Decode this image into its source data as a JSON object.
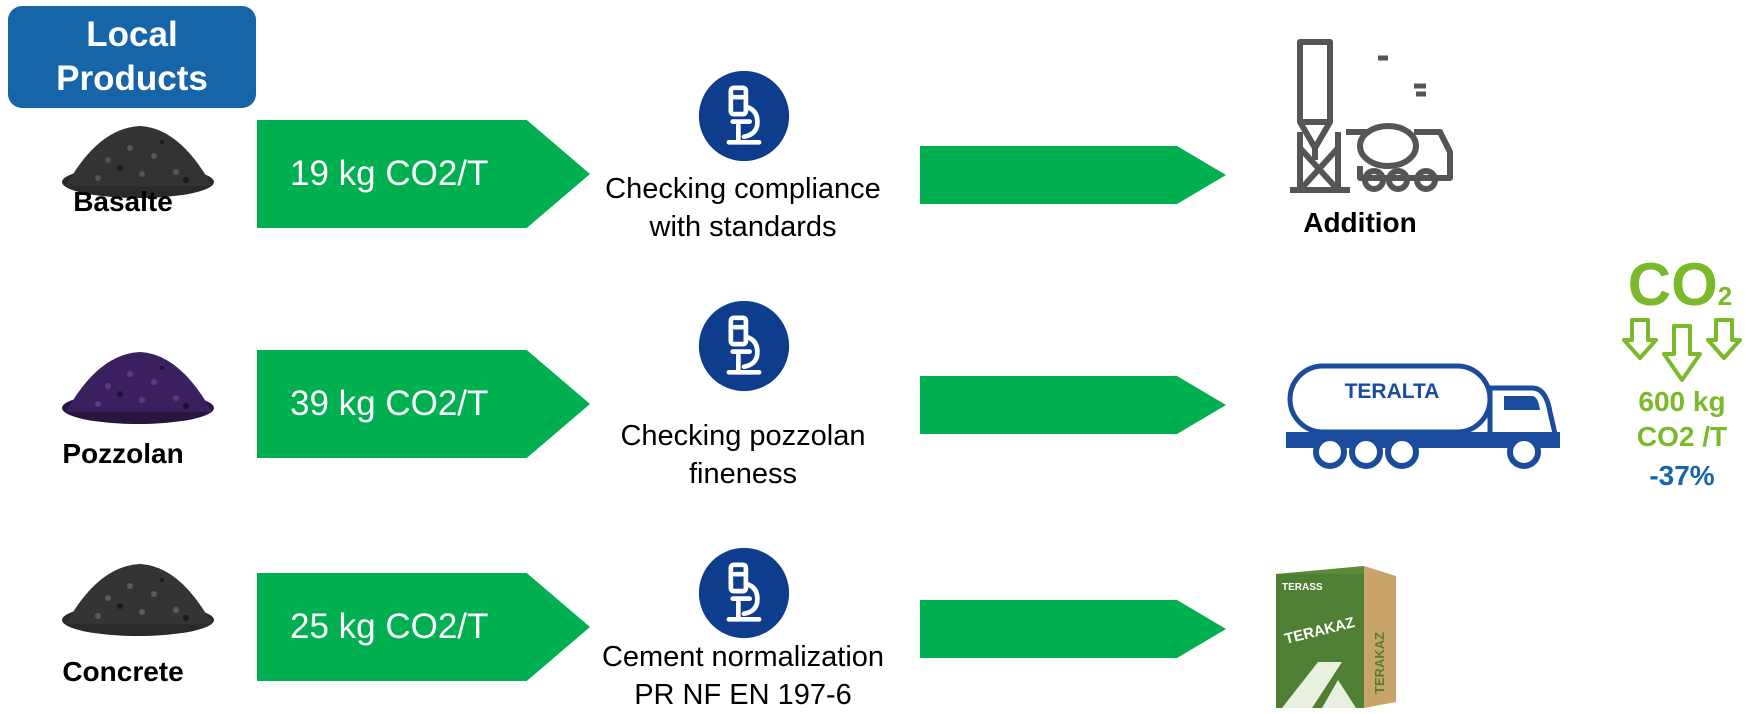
{
  "header": {
    "line1": "Local",
    "line2": "Products"
  },
  "rows": [
    {
      "material": "Basalte",
      "emission": "19 kg CO2/T",
      "check_line1": "Checking compliance",
      "check_line2": "with standards",
      "destination": "Addition"
    },
    {
      "material": "Pozzolan",
      "emission": "39 kg CO2/T",
      "check_line1": "Checking pozzolan",
      "check_line2": "fineness",
      "truck_brand": "TERALTA"
    },
    {
      "material": "Concrete",
      "emission": "25 kg CO2/T",
      "check_line1": "Cement normalization",
      "check_line2": "PR NF EN 197-6",
      "bag_brand": "TERAKAZ",
      "bag_small_brand": "TERASS"
    }
  ],
  "summary": {
    "co2_main": "CO",
    "co2_sub": "2",
    "line1": "600 kg",
    "line2": "CO2 /T",
    "reduction": "-37%"
  },
  "colors": {
    "green_arrow": "#00b050",
    "blue_badge": "#1565a8",
    "navy_icon": "#0d3d8c",
    "lime": "#7ab929",
    "blue_text": "#1565a8"
  },
  "icons": [
    "microscope-icon",
    "cement-plant-icon",
    "cement-truck-icon",
    "cement-bag-icon",
    "co2-down-arrows-icon"
  ]
}
